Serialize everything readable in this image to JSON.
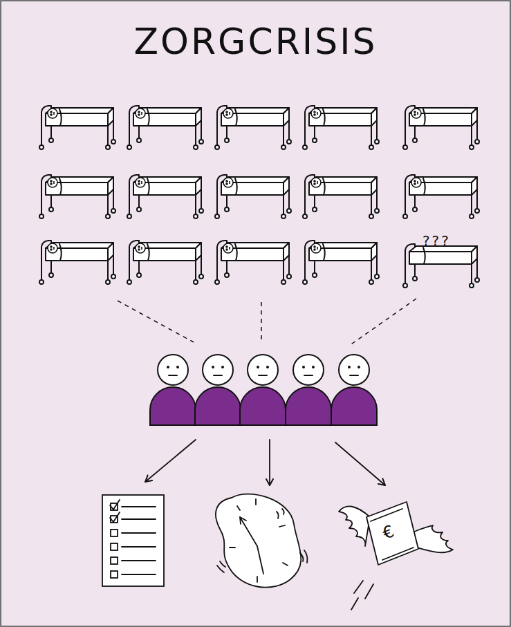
{
  "diagram": {
    "title": "ZORGCRISIS",
    "labels": [
      "???",
      "€"
    ]
  }
}
